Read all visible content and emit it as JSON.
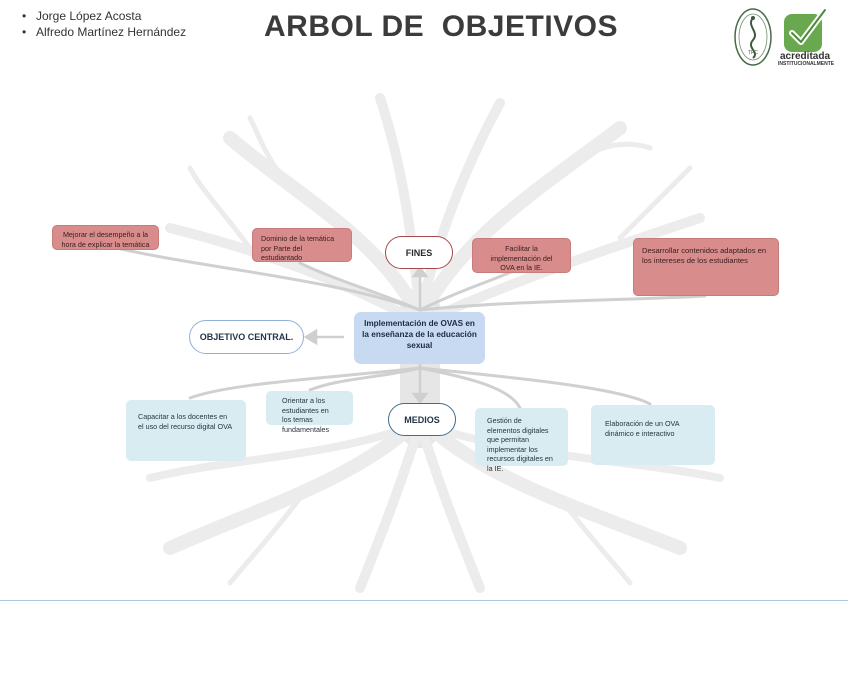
{
  "authors": [
    "Jorge López Acosta",
    "Alfredo Martínez Hernández"
  ],
  "title": "ARBOL DE  OBJETIVOS",
  "logo": {
    "seal_icon": "university-seal-icon",
    "check_icon": "accreditation-check-icon",
    "text": "acreditada",
    "subtext": "INSTITUCIONALMENTE"
  },
  "diagram": {
    "fines_label": "FINES",
    "medios_label": "MEDIOS",
    "objetivo_label": "OBJETIVO CENTRAL.",
    "central": "Implementación de OVAS en la enseñanza de la educación sexual",
    "fines": [
      "Mejorar el desempeño a la hora de explicar la temática",
      "Dominio de la temática por Parte del estudiantado",
      "Facilitar la implementación del OVA en la IE.",
      "Desarrollar contenidos adaptados en los intereses de los estudiantes"
    ],
    "medios": [
      "Capacitar a los docentes en el uso del recurso digital OVA",
      "Orientar a los estudiantes en los temas fundamentales",
      "Gestión de elementos digitales que permitan implementar los recursos digitales en la IE.",
      "Elaboración de un OVA dinámico e interactivo"
    ]
  },
  "colors": {
    "fines_box": "#d98c8c",
    "medios_box": "#d9ecf2",
    "central_box": "#c8daf1",
    "tree": "#e8e8e8",
    "check_green": "#6aa84f"
  }
}
